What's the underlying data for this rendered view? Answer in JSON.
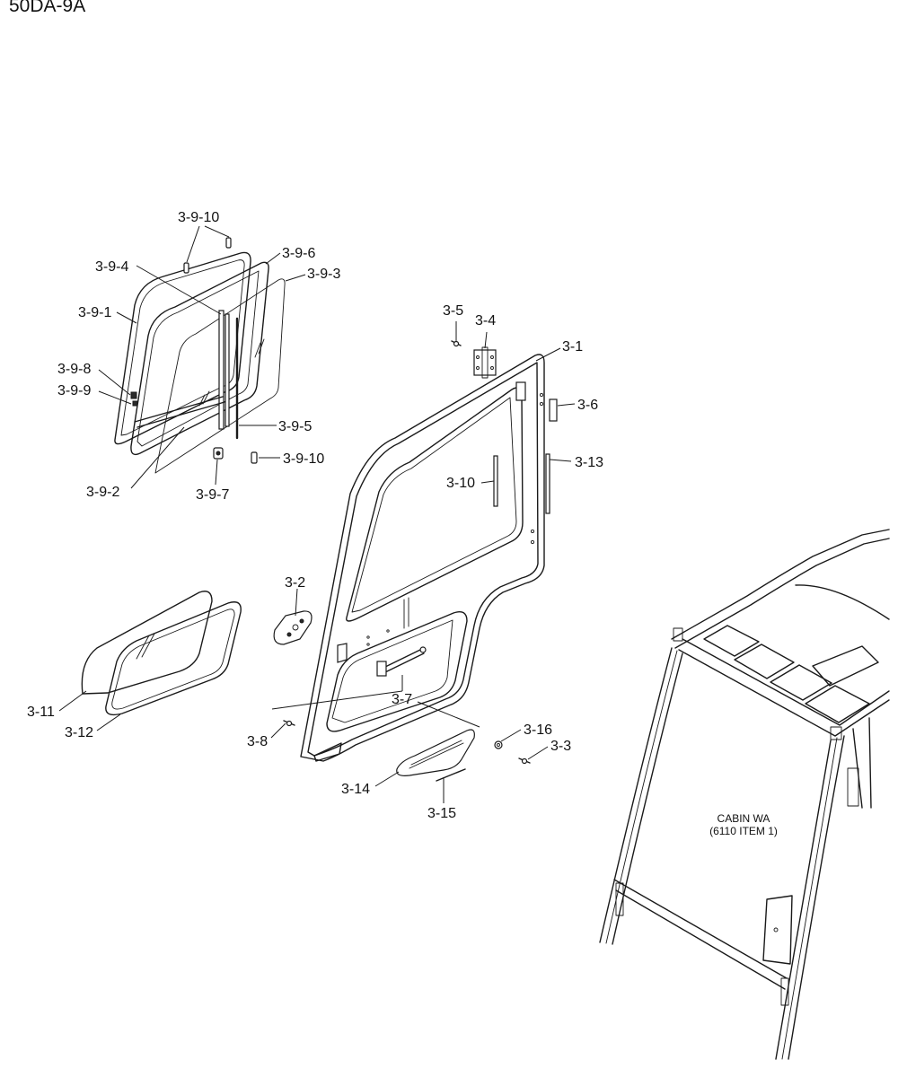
{
  "model_id": "50DA-9A",
  "callouts": {
    "c_3_9_10_top": "3-9-10",
    "c_3_9_6": "3-9-6",
    "c_3_9_4": "3-9-4",
    "c_3_9_3": "3-9-3",
    "c_3_9_1": "3-9-1",
    "c_3_9_8": "3-9-8",
    "c_3_9_9": "3-9-9",
    "c_3_9_5": "3-9-5",
    "c_3_9_10_bottom": "3-9-10",
    "c_3_9_2": "3-9-2",
    "c_3_9_7": "3-9-7",
    "c_3_5": "3-5",
    "c_3_4": "3-4",
    "c_3_1": "3-1",
    "c_3_6": "3-6",
    "c_3_10": "3-10",
    "c_3_13": "3-13",
    "c_3_2": "3-2",
    "c_3_11": "3-11",
    "c_3_12": "3-12",
    "c_3_7": "3-7",
    "c_3_8": "3-8",
    "c_3_16": "3-16",
    "c_3_3": "3-3",
    "c_3_14": "3-14",
    "c_3_15": "3-15"
  },
  "cabin_note": {
    "line1": "CABIN WA",
    "line2": "(6110 ITEM 1)"
  }
}
